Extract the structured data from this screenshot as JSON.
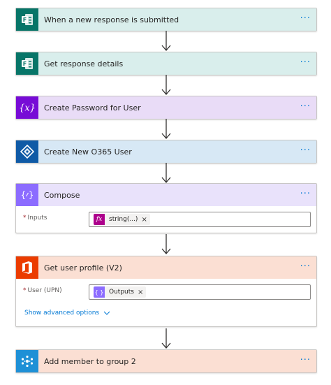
{
  "steps": [
    {
      "title": "When a new response is submitted",
      "more": "···",
      "bg": "#d9eeec",
      "icon_bg": "#077568",
      "icon": "forms-icon"
    },
    {
      "title": "Get response details",
      "more": "···",
      "bg": "#d9eeec",
      "icon_bg": "#077568",
      "icon": "forms-icon"
    },
    {
      "title": "Create Password for User",
      "more": "···",
      "bg": "#e9dcf7",
      "icon_bg": "#770bd6",
      "icon": "variable-icon"
    },
    {
      "title": "Create New O365 User",
      "more": "···",
      "bg": "#d7e8f5",
      "icon_bg": "#0f5aa6",
      "icon": "azure-ad-icon"
    },
    {
      "title": "Compose",
      "more": "···",
      "bg": "#e9e2fb",
      "icon_bg": "#8c6cff",
      "icon": "compose-icon",
      "field_label": "Inputs",
      "required_mark": "*",
      "token_label": "string(...)",
      "token_icon_label": "fx",
      "token_icon_bg": "#ad008c",
      "token_remove": "×"
    },
    {
      "title": "Get user profile (V2)",
      "more": "···",
      "bg": "#fbdfd3",
      "icon_bg": "#eb3c00",
      "icon": "office365-icon",
      "field_label": "User (UPN)",
      "required_mark": "*",
      "token_label": "Outputs",
      "token_icon_bg": "#8c6cff",
      "token_remove": "×",
      "advanced_label": "Show advanced options"
    },
    {
      "title": "Add member to group 2",
      "more": "···",
      "bg": "#fbdfd3",
      "icon_bg": "#1e90d6",
      "icon": "groups-icon"
    }
  ]
}
